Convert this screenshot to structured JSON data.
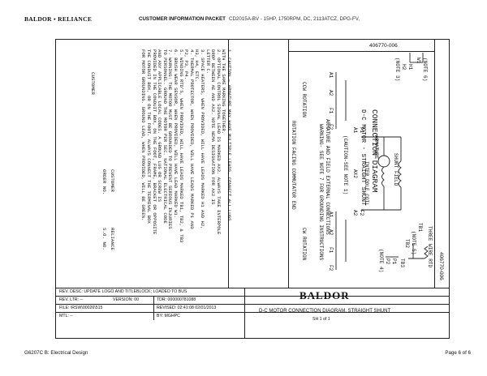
{
  "header": {
    "brand": "BALDOR • RELIANCE",
    "packet": "CUSTOMER INFORMATION PACKET",
    "info": "CD2015A-BV - 15HP, 1750RPM, DC, 2113ATCZ, DPG-FV,"
  },
  "drawing": {
    "number": "406770-006",
    "side_number": "406770-006",
    "title": "CONNECTION DIAGRAM",
    "subtitle": "D-C MOTOR - STRAIGHT SHUNT",
    "note6": "(NOTE 6)",
    "w1": "W1",
    "h1": "H1",
    "h2": "H2",
    "note3": "(NOTE 3)",
    "shunt_field": "SHUNT FIELD",
    "armature": "ARMATURE",
    "interpole": "INTER POLE COIL",
    "f1": "F1",
    "a1": "A1",
    "ax2": "AX2",
    "a2": "A2",
    "f2": "F2",
    "caution_see_note": "(CAUTION-SEE NOTE 1)",
    "rtd": "THREE WIRE RTD",
    "note5": "(NOTE 5)",
    "tb1": "TB1",
    "tb2": "TB2",
    "tb3": "TB3",
    "p1": "P1",
    "p2": "P2",
    "note4": "(NOTE 4)",
    "arm_ext": "ARMATURE AND FIELD EXTERNAL CONNECTIONS",
    "warning_see": "WARNING- SEE NOTE 7 FOR GROUNDING INSTRUCTIONS",
    "ccw": "CCW ROTATION",
    "cw": "CW ROTATION",
    "facing": "ROTATION FACING COMMUTATOR END",
    "ccw_leads": [
      "A1",
      "A2",
      "F1",
      "F2"
    ],
    "cw_leads": [
      "A1",
      "A2",
      "F1",
      "F2"
    ]
  },
  "notes": [
    "1. CAUTION — ARMATURE MAY HAVE MULTIPLE LEADS. CONNECT ALL LUGS",
    "   WITH THE SAME MARKING TOGETHER.",
    "2. OPTIONAL CONTROL SIGNAL LEAD IS MARKED AX2. ALWAYS TAKE INTERPOLE",
    "   DROP BETWEEN AE AND AX2. NOTE NEMA DESIGNATION FOR AX2 IS",
    "   LETTER C.",
    "3. SPACE HEATERS, WHEN PROVIDED, WILL HAVE LEADS MARKED H1 AND H2,",
    "   H3, H4, ETC.",
    "4. THERMAL PROTECTOR, WHEN PROVIDED, WILL HAVE LEADS MARKED P1 AND",
    "   P2, P3, P4.",
    "5. WINDING RTD'S, WHEN PROVIDED, WILL HAVE LEADS MARKED TB1, TB2, & TB3",
    "6. BRUSH WEAR SENSOR, WHEN PROVIDED, WILL HAVE LEAD MARKED W1.",
    "7. WARNING: THE MOTOR MUST BE GROUNDED TO PREVENT SERIOUS INJURIES",
    "   TO PERSONNEL. GROUND THE MOTOR PER SEC. NATIONAL ELECTRICAL CODE",
    "   AND ANY APPLICABLE LOCAL CODES. A GROUND LUG OR SCREW IS",
    "   PROVIDED IN THE CONDUIT BOX, ON THE FOOT, FRAME, BRACKET OR OPPOSITE",
    "   THE CONDUIT BOX, OR ON THE FOOT. ALWAYS CONNECT THE TERMINAL BOX",
    "   FOR MOTOR GROUNDING. GROUND LEAD, WHEN PROVIDED, WILL BE GREEN."
  ],
  "customer_block": {
    "customer": "CUSTOMER",
    "customer2": "CUSTOMER",
    "order_no": "ORDER NO.",
    "reliance": "RELIANCE",
    "so_no": "S.O. NO."
  },
  "title_block": {
    "rev_desc": "REV. DESC: UPDATE LOGO AND TITLEBLOCK; LOADED TO BUS",
    "rev_ltr": "REV. LTR: --",
    "version": "VERSION: 00",
    "tdr": "TDR: 000000781088",
    "file": "FILE: \\RSW\\00026\\515",
    "revised": "REVISED: 02:41:08 02/01/2013",
    "by": "BY: MGHPC",
    "mtl": "MTL: --",
    "logo": "BALDOR",
    "desc": "D-C MOTOR CONNECTION DIAGRAM, STRAIGHT SHUNT",
    "sheet": "SH 1 of 1"
  },
  "footer": {
    "left": "G6207C B: Electrical Design",
    "right": "Page 6 of 6"
  }
}
